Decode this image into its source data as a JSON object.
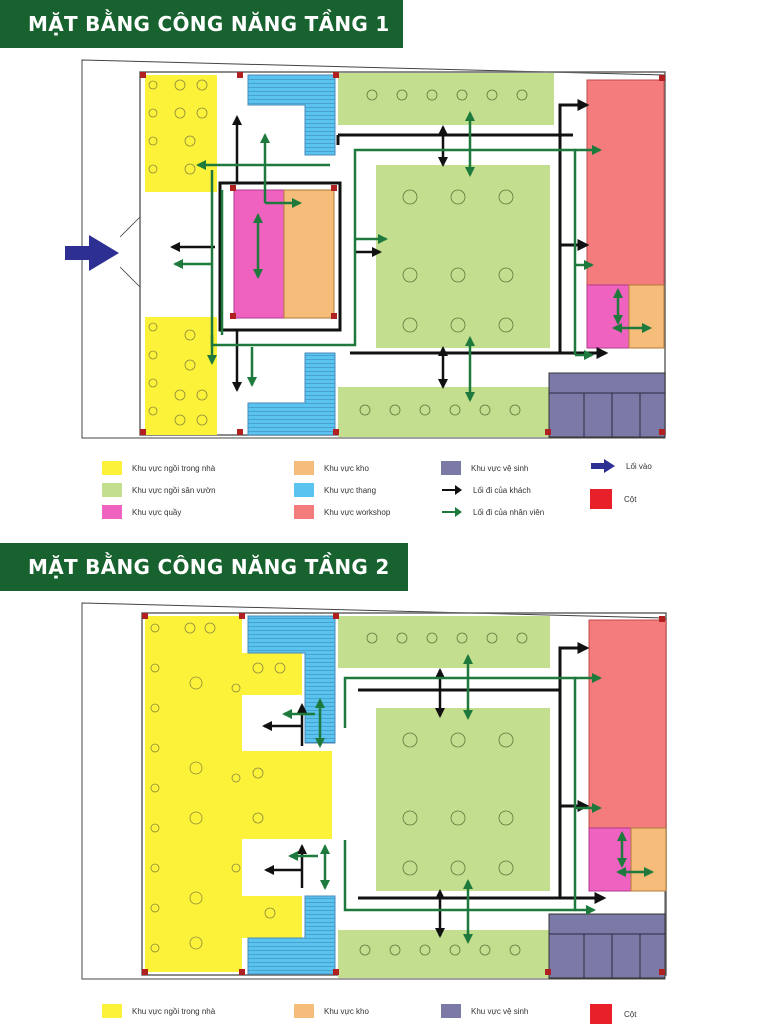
{
  "titles": {
    "floor1": "MẶT BẰNG CÔNG NĂNG TẦNG 1",
    "floor2": "MẶT BẰNG CÔNG NĂNG TẦNG 2"
  },
  "colors": {
    "banner": "#17622e",
    "indoor": "#fdf23a",
    "garden": "#c2de8e",
    "counter": "#f062c0",
    "storage": "#f6bd7a",
    "stairs": "#5ac3ef",
    "workshop": "#f47c7c",
    "toilet": "#7b79a5",
    "entrance": "#2e2f93",
    "guest_path": "#111111",
    "staff_path": "#1e7a3c",
    "column": "#e8202a"
  },
  "legend1": {
    "indoor": "Khu vực ngồi trong nhà",
    "garden": "Khu vực ngồi sân vườn",
    "counter": "Khu vực quầy",
    "storage": "Khu vực kho",
    "stairs": "Khu vực thang",
    "workshop": "Khu vực workshop",
    "toilet": "Khu vực vệ sinh",
    "guest_path": "Lối đi của khách",
    "staff_path": "Lối đi của nhân viên",
    "entrance": "Lối vào",
    "column": "Cột"
  },
  "legend2": {
    "indoor": "Khu vực ngồi trong nhà",
    "storage": "Khu vực kho",
    "toilet": "Khu vực vệ sinh",
    "column": "Cột"
  }
}
